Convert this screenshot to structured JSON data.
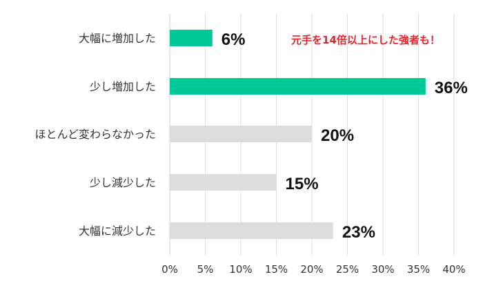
{
  "chart_data": {
    "type": "bar",
    "orientation": "horizontal",
    "categories": [
      "大幅に増加した",
      "少し増加した",
      "ほとんど変わらなかった",
      "少し減少した",
      "大幅に減少した"
    ],
    "values": [
      6,
      36,
      20,
      15,
      23
    ],
    "value_labels": [
      "6%",
      "36%",
      "20%",
      "15%",
      "23%"
    ],
    "bar_colors": [
      "#00c896",
      "#00c896",
      "#dddddd",
      "#dddddd",
      "#dddddd"
    ],
    "xlim": [
      0,
      40
    ],
    "x_ticks": [
      0,
      5,
      10,
      15,
      20,
      25,
      30,
      35,
      40
    ],
    "x_tick_labels": [
      "0%",
      "5%",
      "10%",
      "15%",
      "20%",
      "25%",
      "30%",
      "35%",
      "40%"
    ],
    "grid": true,
    "title": "",
    "xlabel": "",
    "ylabel": "",
    "annotation": "元手を14倍以上にした強者も！",
    "annotation_color": "#e8232a"
  }
}
